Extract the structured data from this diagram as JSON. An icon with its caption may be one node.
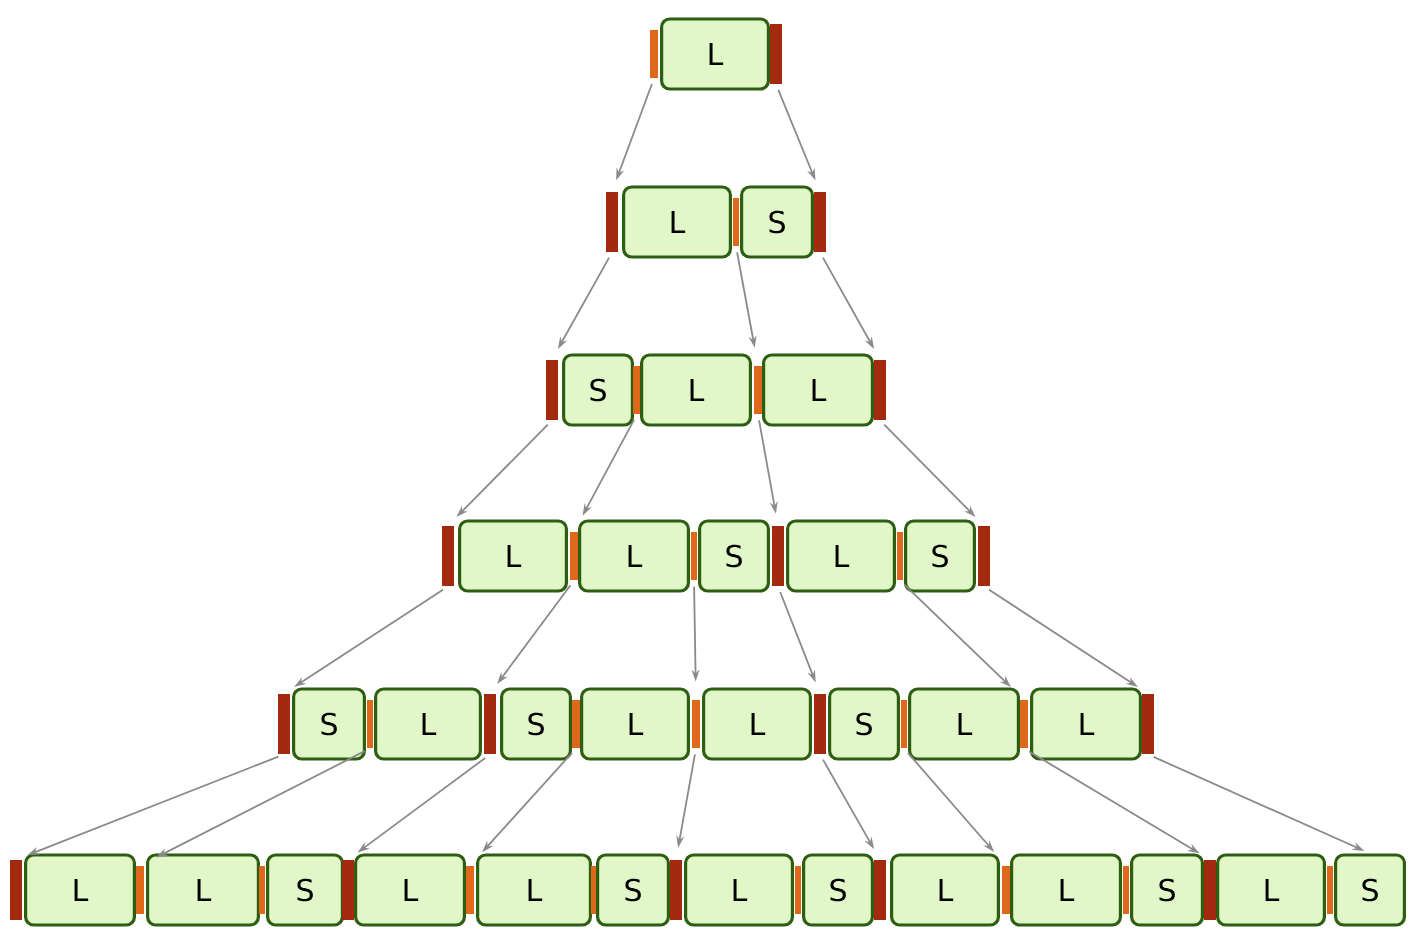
{
  "diagram": {
    "nodes": [
      {
        "text": [],
        "shape": "bar"
      },
      {
        "text": [
          "L"
        ]
      },
      {
        "text": [],
        "shape": "bar"
      },
      {
        "text": [],
        "shape": "bar"
      },
      {
        "text": [
          "L"
        ]
      },
      {
        "text": [],
        "shape": "bar"
      },
      {
        "text": [
          "S"
        ]
      },
      {
        "text": [],
        "shape": "bar"
      },
      {
        "text": [],
        "shape": "bar"
      },
      {
        "text": [
          "S"
        ]
      },
      {
        "text": [],
        "shape": "bar"
      },
      {
        "text": [
          "L"
        ]
      },
      {
        "text": [],
        "shape": "bar"
      },
      {
        "text": [
          "L"
        ]
      },
      {
        "text": [],
        "shape": "bar"
      },
      {
        "text": [],
        "shape": "bar"
      },
      {
        "text": [
          "L"
        ]
      },
      {
        "text": [],
        "shape": "bar"
      },
      {
        "text": [
          "L"
        ]
      },
      {
        "text": [],
        "shape": "bar"
      },
      {
        "text": [
          "S"
        ]
      },
      {
        "text": [],
        "shape": "bar"
      },
      {
        "text": [
          "L"
        ]
      },
      {
        "text": [],
        "shape": "bar"
      },
      {
        "text": [
          "S"
        ]
      },
      {
        "text": [],
        "shape": "bar"
      },
      {
        "text": [],
        "shape": "bar"
      },
      {
        "text": [
          "S"
        ]
      },
      {
        "text": [],
        "shape": "bar"
      },
      {
        "text": [
          "L"
        ]
      },
      {
        "text": [],
        "shape": "bar"
      },
      {
        "text": [
          "S"
        ]
      },
      {
        "text": [],
        "shape": "bar"
      },
      {
        "text": [
          "L"
        ]
      },
      {
        "text": [],
        "shape": "bar"
      },
      {
        "text": [
          "L"
        ]
      },
      {
        "text": [],
        "shape": "bar"
      },
      {
        "text": [
          "S"
        ]
      },
      {
        "text": [],
        "shape": "bar"
      },
      {
        "text": [
          "L"
        ]
      },
      {
        "text": [],
        "shape": "bar"
      },
      {
        "text": [
          "L"
        ]
      },
      {
        "text": [],
        "shape": "bar"
      },
      {
        "text": [],
        "shape": "bar"
      },
      {
        "text": [
          "L"
        ]
      },
      {
        "text": [],
        "shape": "bar"
      },
      {
        "text": [
          "L"
        ]
      },
      {
        "text": [],
        "shape": "bar"
      },
      {
        "text": [
          "S"
        ]
      },
      {
        "text": [],
        "shape": "bar"
      },
      {
        "text": [
          "L"
        ]
      },
      {
        "text": [],
        "shape": "bar"
      },
      {
        "text": [
          "L"
        ]
      },
      {
        "text": [],
        "shape": "bar"
      },
      {
        "text": [
          "S"
        ]
      },
      {
        "text": [],
        "shape": "bar"
      },
      {
        "text": [
          "L"
        ]
      },
      {
        "text": [],
        "shape": "bar"
      },
      {
        "text": [
          "S"
        ]
      },
      {
        "text": [],
        "shape": "bar"
      },
      {
        "text": [
          "L"
        ]
      },
      {
        "text": [],
        "shape": "bar"
      },
      {
        "text": [
          "L"
        ]
      },
      {
        "text": [],
        "shape": "bar"
      },
      {
        "text": [
          "S"
        ]
      },
      {
        "text": [],
        "shape": "bar"
      },
      {
        "text": [
          "L"
        ]
      },
      {
        "text": [],
        "shape": "bar"
      },
      {
        "text": [
          "S"
        ]
      }
    ],
    "edges": [
      {
        "from": 0,
        "to": 3,
        "arrow": "to"
      },
      {
        "from": 2,
        "to": 7,
        "arrow": "to"
      },
      {
        "from": 3,
        "to": 8,
        "arrow": "to"
      },
      {
        "from": 5,
        "to": 12,
        "arrow": "to"
      },
      {
        "from": 7,
        "to": 14,
        "arrow": "to"
      },
      {
        "from": 8,
        "to": 15,
        "arrow": "to"
      },
      {
        "from": 10,
        "to": 17,
        "arrow": "to"
      },
      {
        "from": 12,
        "to": 21,
        "arrow": "to"
      },
      {
        "from": 14,
        "to": 25,
        "arrow": "to"
      },
      {
        "from": 15,
        "to": 26,
        "arrow": "to"
      },
      {
        "from": 17,
        "to": 30,
        "arrow": "to"
      },
      {
        "from": 19,
        "to": 34,
        "arrow": "to"
      },
      {
        "from": 21,
        "to": 36,
        "arrow": "to"
      },
      {
        "from": 23,
        "to": 40,
        "arrow": "to"
      },
      {
        "from": 25,
        "to": 42,
        "arrow": "to"
      },
      {
        "from": 26,
        "to": 43,
        "arrow": "to"
      },
      {
        "from": 28,
        "to": 45,
        "arrow": "to"
      },
      {
        "from": 30,
        "to": 49,
        "arrow": "to"
      },
      {
        "from": 32,
        "to": 51,
        "arrow": "to"
      },
      {
        "from": 34,
        "to": 55,
        "arrow": "to"
      },
      {
        "from": 36,
        "to": 59,
        "arrow": "to"
      },
      {
        "from": 38,
        "to": 61,
        "arrow": "to"
      },
      {
        "from": 40,
        "to": 65,
        "arrow": "to"
      },
      {
        "from": 42,
        "to": 68,
        "arrow": "to"
      }
    ]
  }
}
